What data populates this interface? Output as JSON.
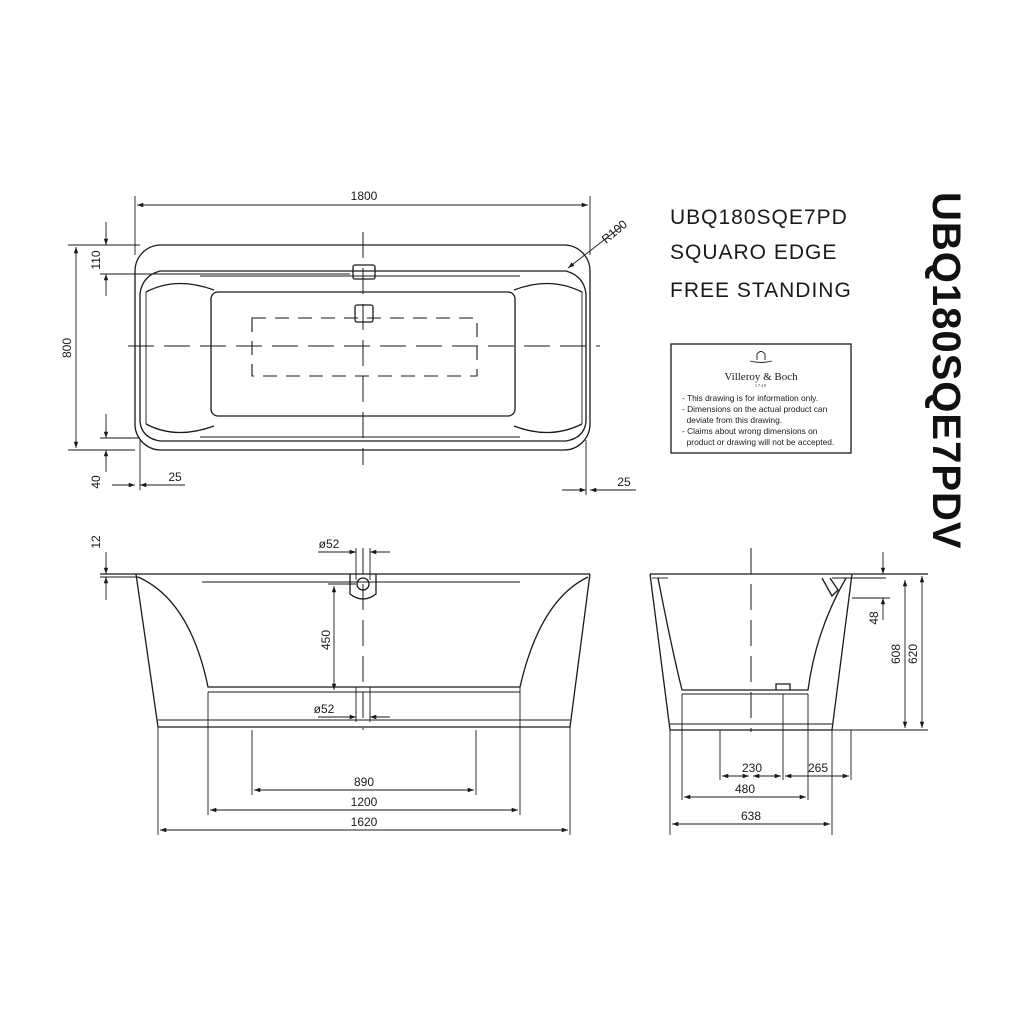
{
  "title": {
    "model": "UBQ180SQE7PD",
    "line2": "SQUARO EDGE",
    "line3": "FREE STANDING",
    "vertical_code": "UBQ180SQE7PDV"
  },
  "notice": {
    "brand": "Villeroy & Boch",
    "year": "1748",
    "lines": [
      "- This drawing is for information only.",
      "- Dimensions on the actual product can",
      "  deviate from this drawing.",
      "- Claims about wrong dimensions on",
      "  product or drawing will not be accepted."
    ]
  },
  "dimensions": {
    "top_view": {
      "length": "1800",
      "width": "800",
      "rim": "110",
      "radius": "R100",
      "edge_bottom": "40",
      "offset_left": "25",
      "offset_right": "25"
    },
    "front_view": {
      "rim_height": "12",
      "overflow_dia": "ø52",
      "drain_dia": "ø52",
      "overflow_to_drain": "450",
      "inner_floor": "890",
      "base_width": "1200",
      "base_outer": "1620"
    },
    "side_view": {
      "overflow_depth": "48",
      "inner_height": "608",
      "total_height": "620",
      "drain_offset": "230",
      "side_offset": "265",
      "base_depth": "480",
      "outer_depth": "638"
    }
  }
}
